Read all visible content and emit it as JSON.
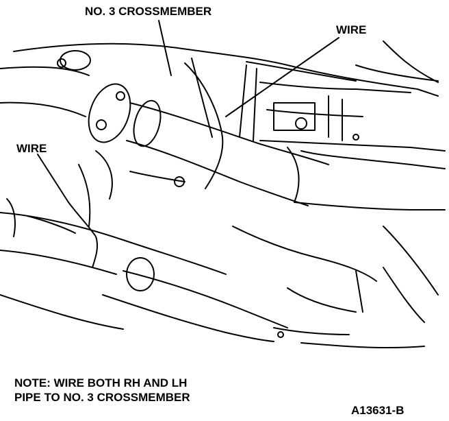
{
  "labels": {
    "crossmember": "NO. 3 CROSSMEMBER",
    "wire_right": "WIRE",
    "wire_left": "WIRE"
  },
  "note": {
    "line1": "NOTE: WIRE BOTH RH AND LH",
    "line2": "PIPE TO NO. 3 CROSSMEMBER"
  },
  "figure_id": "A13631-B",
  "colors": {
    "ink": "#000000",
    "background": "#ffffff"
  }
}
